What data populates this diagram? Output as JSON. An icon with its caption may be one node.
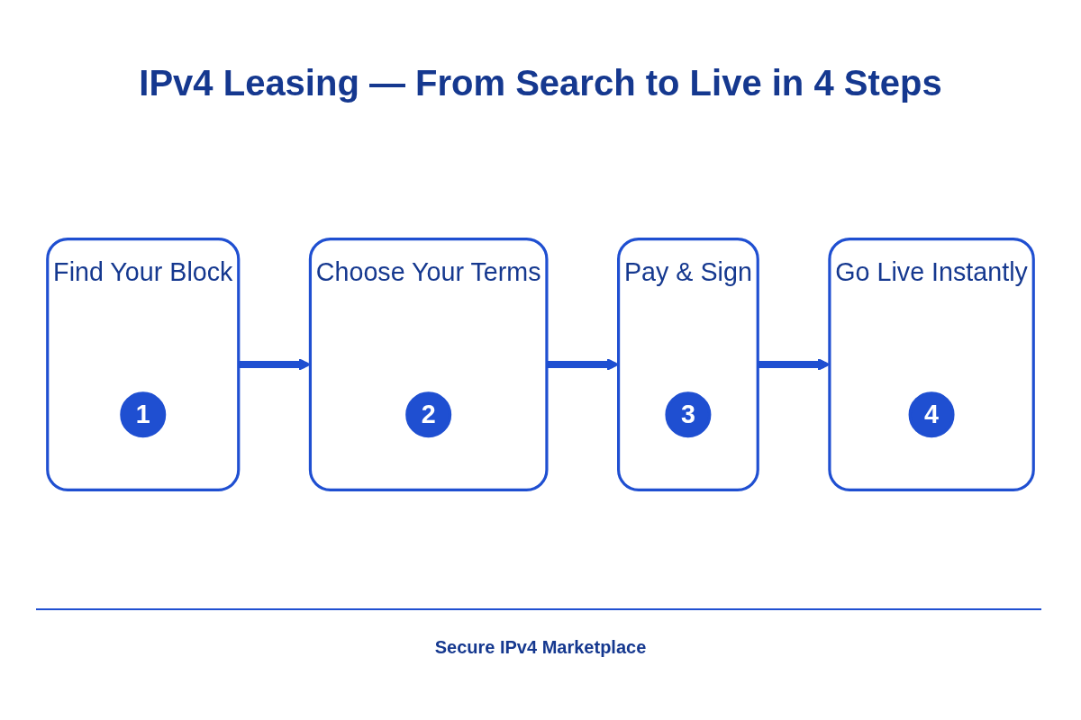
{
  "diagram": {
    "title": "IPv4 Leasing — From Search to Live in 4 Steps",
    "caption": "Secure IPv4 Marketplace",
    "nodes": [
      {
        "text": [
          "Find Your Block"
        ]
      },
      {
        "text": [
          "1"
        ],
        "in": 0
      },
      {
        "text": [
          "Choose Your Terms"
        ]
      },
      {
        "text": [
          "2"
        ],
        "in": 2
      },
      {
        "text": [
          "Pay & Sign"
        ]
      },
      {
        "text": [
          "3"
        ],
        "in": 4
      },
      {
        "text": [
          "Go Live Instantly"
        ]
      },
      {
        "text": [
          "4"
        ],
        "in": 6
      }
    ],
    "edges": [
      {
        "from": 0,
        "to": 2,
        "arrow": "to"
      },
      {
        "from": 2,
        "to": 4,
        "arrow": "to"
      },
      {
        "from": 4,
        "to": 6,
        "arrow": "to"
      }
    ]
  }
}
